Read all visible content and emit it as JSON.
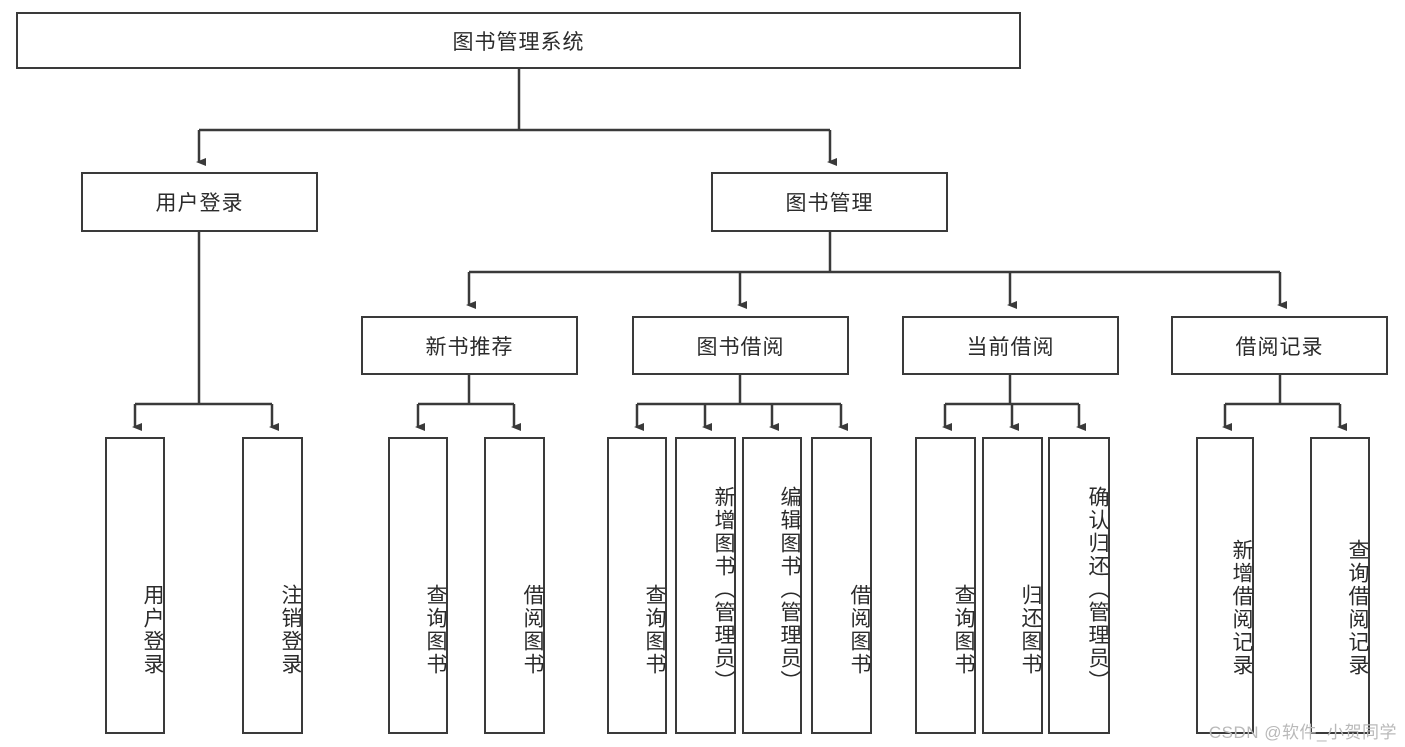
{
  "diagram": {
    "type": "tree-hierarchy",
    "title": "图书管理系统",
    "watermark": "CSDN @软件_小贺同学",
    "colors": {
      "background": "#ffffff",
      "box_border": "#3a3a3a",
      "box_fill": "#ffffff",
      "connector": "#3a3a3a",
      "text": "#2b2b2b",
      "watermark": "#b9b9b9"
    },
    "root": {
      "label": "图书管理系统"
    },
    "level2": [
      {
        "label": "用户登录"
      },
      {
        "label": "图书管理"
      }
    ],
    "level3": [
      {
        "label": "新书推荐"
      },
      {
        "label": "图书借阅"
      },
      {
        "label": "当前借阅"
      },
      {
        "label": "借阅记录"
      }
    ],
    "leaves": {
      "user_login": [
        {
          "label": "用户登录"
        },
        {
          "label": "注销登录"
        }
      ],
      "new_book_recommend": [
        {
          "label": "查询图书"
        },
        {
          "label": "借阅图书"
        }
      ],
      "book_borrow": [
        {
          "label": "查询图书"
        },
        {
          "label": "新增图书（管理员）"
        },
        {
          "label": "编辑图书（管理员）"
        },
        {
          "label": "借阅图书"
        }
      ],
      "current_borrow": [
        {
          "label": "查询图书"
        },
        {
          "label": "归还图书"
        },
        {
          "label": "确认归还（管理员）"
        }
      ],
      "borrow_record": [
        {
          "label": "新增借阅记录"
        },
        {
          "label": "查询借阅记录"
        }
      ]
    }
  }
}
